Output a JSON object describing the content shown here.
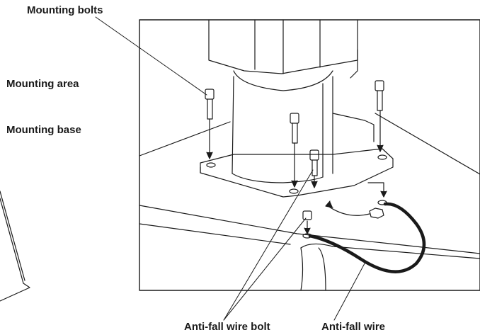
{
  "labels": {
    "mounting_bolts": "Mounting bolts",
    "mounting_area": "Mounting area",
    "mounting_base": "Mounting base",
    "anti_fall_wire_bolt": "Anti-fall wire bolt",
    "anti_fall_wire": "Anti-fall wire"
  },
  "colors": {
    "line": "#1a1a1a",
    "wire": "#1a1a1a",
    "background": "#ffffff"
  }
}
